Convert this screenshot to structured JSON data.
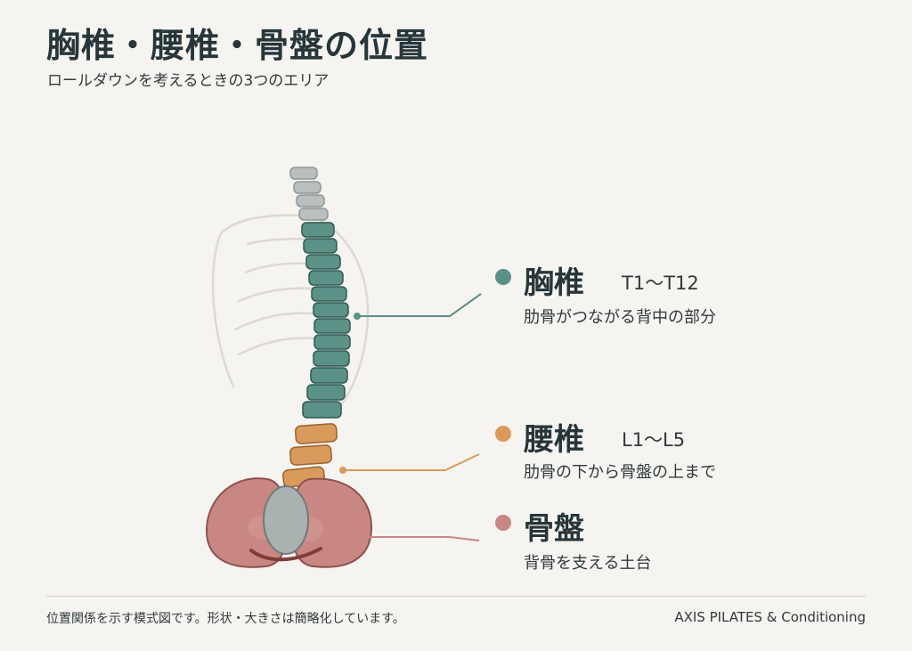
{
  "header": {
    "title": "胸椎・腰椎・骨盤の位置",
    "subtitle": "ロールダウンを考えるときの3つのエリア"
  },
  "legend": {
    "thoracic": {
      "name": "胸椎",
      "range": "T1〜T12",
      "desc": "肋骨がつながる背中の部分",
      "color": "#5b9186"
    },
    "lumbar": {
      "name": "腰椎",
      "range": "L1〜L5",
      "desc": "肋骨の下から骨盤の上まで",
      "color": "#d99a5b"
    },
    "pelvis": {
      "name": "骨盤",
      "range": "",
      "desc": "背骨を支える土台",
      "color": "#c98783"
    }
  },
  "footer": {
    "note": "位置関係を示す模式図です。形状・大きさは簡略化しています。",
    "brand": "AXIS PILATES & Conditioning"
  }
}
